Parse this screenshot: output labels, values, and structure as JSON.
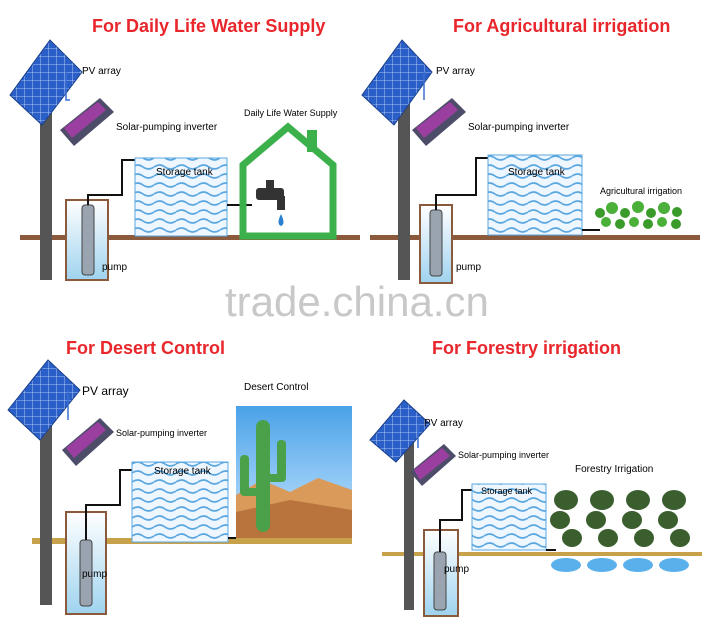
{
  "panels": [
    {
      "title": "For Daily Life Water Supply",
      "pv_array": "PV array",
      "inverter": "Solar-pumping inverter",
      "storage_tank": "Storage tank",
      "pump": "pump",
      "application": "Daily Life Water Supply"
    },
    {
      "title": "For Agricultural irrigation",
      "pv_array": "PV array",
      "inverter": "Solar-pumping inverter",
      "storage_tank": "Storage tank",
      "pump": "pump",
      "application": "Agricultural irrigation"
    },
    {
      "title": "For Desert Control",
      "pv_array": "PV array",
      "inverter": "Solar-pumping inverter",
      "storage_tank": "Storage tank",
      "pump": "pump",
      "application": "Desert Control"
    },
    {
      "title": "For Forestry irrigation",
      "pv_array": "PV array",
      "inverter": "Solar-pumping inverter",
      "storage_tank": "Storage tank",
      "pump": "pump",
      "application": "Forestry Irrigation"
    }
  ],
  "watermark": "trade.china.cn",
  "colors": {
    "title_red": "#e8262b",
    "ground_brown": "#8b5a3c",
    "ground_tan": "#c8a24a",
    "panel_blue": "#1e4fb0",
    "pipe_blue": "#3a6fd0",
    "house_green": "#3cb04a",
    "water_blue": "#5aa7e0"
  }
}
